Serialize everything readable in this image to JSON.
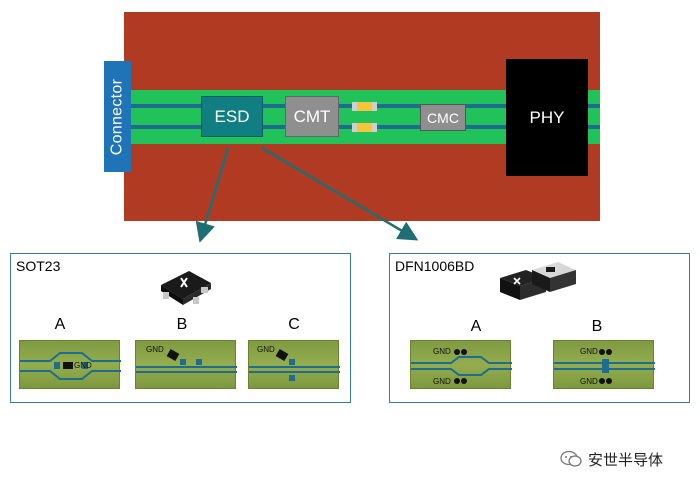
{
  "diagram": {
    "connector_label": "Connector",
    "esd_label": "ESD",
    "cmt_label": "CMT",
    "cmc_label": "CMC",
    "phy_label": "PHY"
  },
  "panels": {
    "left": {
      "title": "SOT23",
      "variants": [
        "A",
        "B",
        "C"
      ]
    },
    "right": {
      "title": "DFN1006BD",
      "variants": [
        "A",
        "B"
      ]
    },
    "gnd_label": "GND"
  },
  "watermark": {
    "text": "安世半导体"
  },
  "colors": {
    "board": "#b03a22",
    "signal_band": "#22c25a",
    "trace": "#1f6c8e",
    "connector": "#1f73b7",
    "esd": "#117f82",
    "arrow": "#1f6e73"
  }
}
